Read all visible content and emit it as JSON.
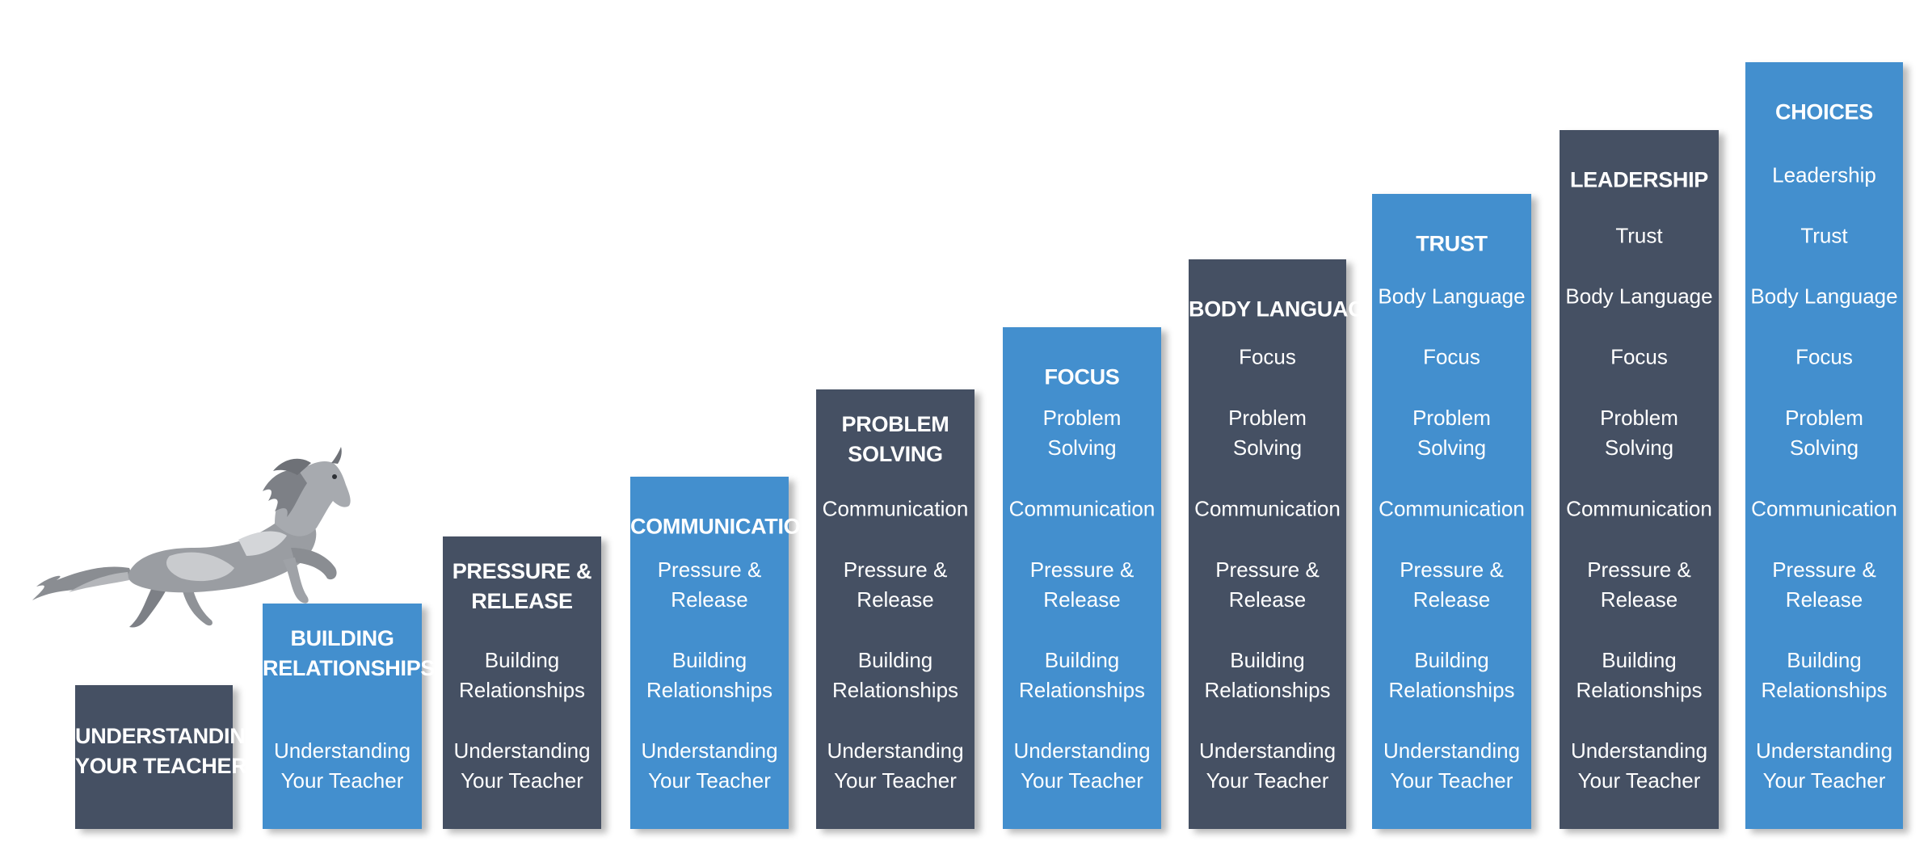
{
  "colors": {
    "dark": "#455063",
    "blue": "#438fce",
    "text": "#ffffff"
  },
  "illustration": {
    "icon": "leaping-horse-icon"
  },
  "steps": [
    {
      "theme": "dark",
      "title": [
        "UNDERSTANDING",
        "YOUR TEACHER"
      ],
      "items": []
    },
    {
      "theme": "blue",
      "title": [
        "BUILDING",
        "RELATIONSHIPS"
      ],
      "items": [
        [
          "Understanding",
          "Your Teacher"
        ]
      ]
    },
    {
      "theme": "dark",
      "title": [
        "PRESSURE &",
        "RELEASE"
      ],
      "items": [
        [
          "Building",
          "Relationships"
        ],
        [
          "Understanding",
          "Your Teacher"
        ]
      ]
    },
    {
      "theme": "blue",
      "title": [
        "COMMUNICATION"
      ],
      "items": [
        [
          "Pressure &",
          "Release"
        ],
        [
          "Building",
          "Relationships"
        ],
        [
          "Understanding",
          "Your Teacher"
        ]
      ]
    },
    {
      "theme": "dark",
      "title": [
        "PROBLEM",
        "SOLVING"
      ],
      "items": [
        [
          "Communication"
        ],
        [
          "Pressure &",
          "Release"
        ],
        [
          "Building",
          "Relationships"
        ],
        [
          "Understanding",
          "Your Teacher"
        ]
      ]
    },
    {
      "theme": "blue",
      "title": [
        "FOCUS"
      ],
      "items": [
        [
          "Problem",
          "Solving"
        ],
        [
          "Communication"
        ],
        [
          "Pressure &",
          "Release"
        ],
        [
          "Building",
          "Relationships"
        ],
        [
          "Understanding",
          "Your Teacher"
        ]
      ]
    },
    {
      "theme": "dark",
      "title": [
        "BODY LANGUAGE"
      ],
      "items": [
        [
          "Focus"
        ],
        [
          "Problem",
          "Solving"
        ],
        [
          "Communication"
        ],
        [
          "Pressure &",
          "Release"
        ],
        [
          "Building",
          "Relationships"
        ],
        [
          "Understanding",
          "Your Teacher"
        ]
      ]
    },
    {
      "theme": "blue",
      "title": [
        "TRUST"
      ],
      "items": [
        [
          "Body Language"
        ],
        [
          "Focus"
        ],
        [
          "Problem",
          "Solving"
        ],
        [
          "Communication"
        ],
        [
          "Pressure &",
          "Release"
        ],
        [
          "Building",
          "Relationships"
        ],
        [
          "Understanding",
          "Your Teacher"
        ]
      ]
    },
    {
      "theme": "dark",
      "title": [
        "LEADERSHIP"
      ],
      "items": [
        [
          "Trust"
        ],
        [
          "Body Language"
        ],
        [
          "Focus"
        ],
        [
          "Problem",
          "Solving"
        ],
        [
          "Communication"
        ],
        [
          "Pressure &",
          "Release"
        ],
        [
          "Building",
          "Relationships"
        ],
        [
          "Understanding",
          "Your Teacher"
        ]
      ]
    },
    {
      "theme": "blue",
      "title": [
        "CHOICES"
      ],
      "items": [
        [
          "Leadership"
        ],
        [
          "Trust"
        ],
        [
          "Body Language"
        ],
        [
          "Focus"
        ],
        [
          "Problem",
          "Solving"
        ],
        [
          "Communication"
        ],
        [
          "Pressure &",
          "Release"
        ],
        [
          "Building",
          "Relationships"
        ],
        [
          "Understanding",
          "Your Teacher"
        ]
      ]
    }
  ]
}
